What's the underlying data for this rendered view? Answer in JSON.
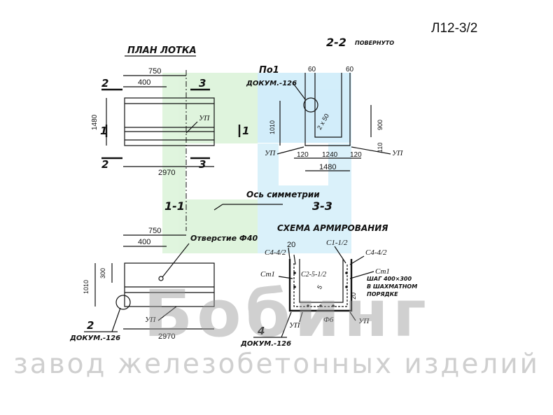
{
  "sheet": {
    "code": "Л12-3/2"
  },
  "watermark": {
    "brand": "Бобинг",
    "subtitle": "завод железобетонных изделий"
  },
  "views": {
    "plan": {
      "title": "ПЛАН ЛОТКА",
      "dims": {
        "top": "750",
        "inner": "400",
        "height": "1480",
        "length": "2970"
      },
      "cut_marks": [
        "2",
        "3",
        "1",
        "1",
        "2",
        "3"
      ],
      "label_up": "УП"
    },
    "section_22": {
      "title": "2-2",
      "note": "ПОВЕРНУТО",
      "callout": "По1",
      "doc_ref": "ДОКУМ.-126",
      "dims": {
        "top_left": "60",
        "top_right": "60",
        "height": "1010",
        "inner": "900",
        "slope": "2 x 50",
        "bottom_left": "120",
        "bottom_mid": "1240",
        "bottom_right": "120",
        "total": "1480",
        "right_side": "110"
      },
      "label_up_left": "УП",
      "label_up_right": "УП"
    },
    "section_11": {
      "title": "1-1",
      "axis_label": "Ось симметрии",
      "hole": "Отверстие Ф40",
      "dims": {
        "top": "750",
        "inner": "400",
        "side": "300",
        "height": "1010",
        "length": "2970"
      },
      "mark": "2",
      "doc_ref": "ДОКУМ.-126",
      "label_up": "УП"
    },
    "section_33": {
      "title": "3-3",
      "subtitle": "СХЕМА АРМИРОВАНИЯ",
      "labels": {
        "c4_left": "С4-4/2",
        "c1": "С1-1/2",
        "c4_right": "С4-4/2",
        "st1_left": "Ст1",
        "st1_right": "Ст1",
        "c2": "С2-5-1/2",
        "up_left": "УП",
        "up_right": "УП",
        "f6": "Ф6",
        "dim_top": "20",
        "dim_side": "20",
        "dim_slope": "5"
      },
      "step_note_1": "ШАГ 400×300",
      "step_note_2": "В ШАХМАТНОМ",
      "step_note_3": "ПОРЯДКЕ",
      "mark": "4",
      "doc_ref": "ДОКУМ.-126"
    }
  }
}
